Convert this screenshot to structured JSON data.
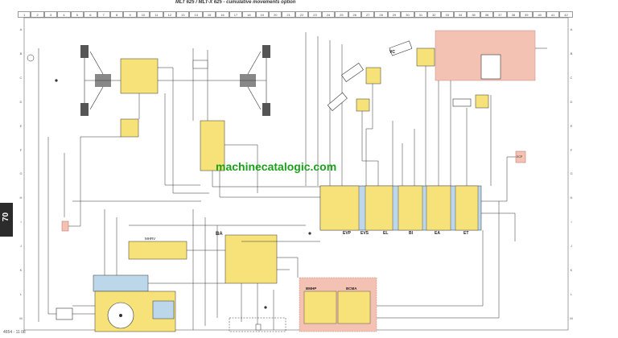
{
  "header": {
    "title": "MLT 625 / MLT-X 625 - cumulative movements option",
    "columns": [
      "1",
      "2",
      "3",
      "4",
      "5",
      "6",
      "7",
      "8",
      "9",
      "10",
      "11",
      "12",
      "13",
      "14",
      "15",
      "16",
      "17",
      "18",
      "19",
      "20",
      "21",
      "22",
      "23",
      "24",
      "25",
      "26",
      "27",
      "28",
      "29",
      "30",
      "31",
      "32",
      "33",
      "34",
      "35",
      "36",
      "37",
      "38",
      "39",
      "40",
      "41",
      "42"
    ],
    "rows": [
      "A",
      "B",
      "C",
      "D",
      "E",
      "F",
      "G",
      "H",
      "I",
      "J",
      "K",
      "L",
      "M"
    ]
  },
  "page_tab": "70",
  "watermark": "machinecatalogic.com",
  "footer": "4654 - 11 08",
  "labels": {
    "vc": "VC",
    "ba": "BA",
    "evp": "EVP",
    "evs": "EVS",
    "el": "EL",
    "bi": "BI",
    "ea": "EA",
    "et": "ET",
    "mhrv": "MHRV",
    "bmhp": "BMHP",
    "bcma": "BCMA",
    "ecp": "ECP"
  },
  "colors": {
    "yellow": "#f7e27a",
    "blue": "#bcd6ea",
    "pink": "#f4c2b2",
    "line": "#333333",
    "watermark": "#1aa01a"
  }
}
